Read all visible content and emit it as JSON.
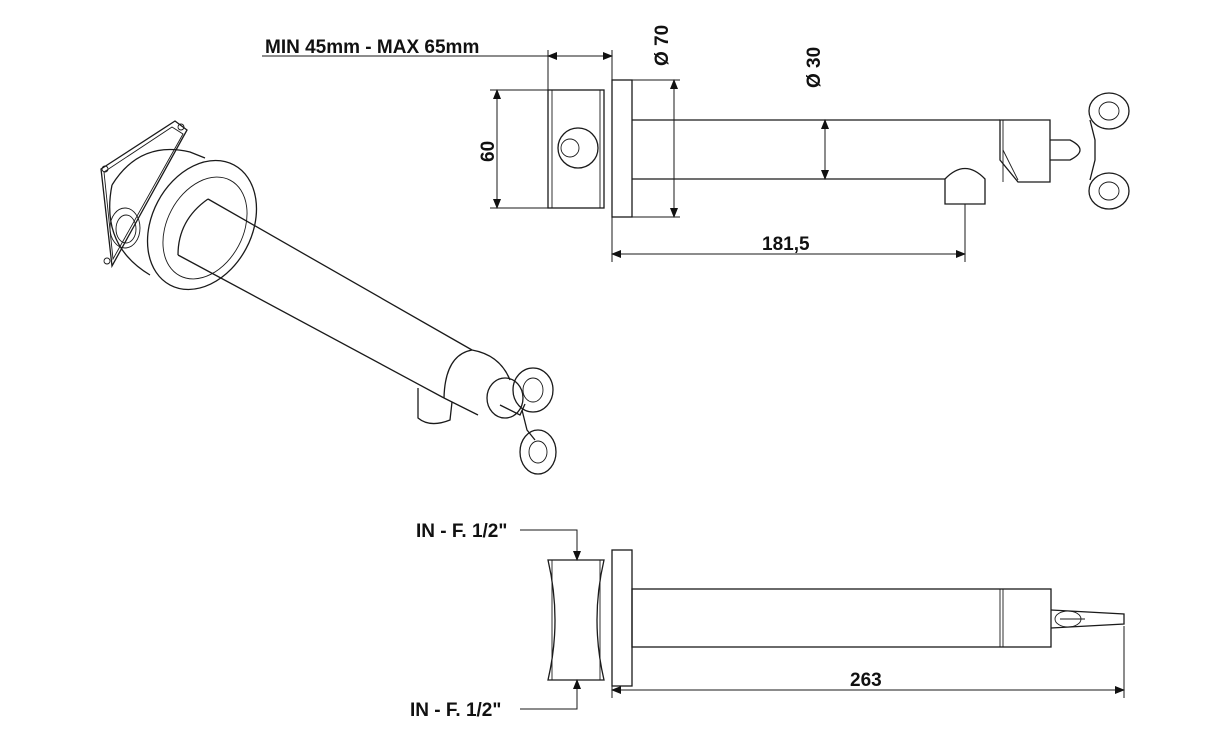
{
  "labels": {
    "min_max": "MIN 45mm - MAX 65mm",
    "dia_70": "Ø 70",
    "dia_30": "Ø 30",
    "height_60": "60",
    "length_181": "181,5",
    "length_263": "263",
    "inlet_top": "IN - F. 1/2\"",
    "inlet_bottom": "IN - F. 1/2\""
  },
  "colors": {
    "line": "#1a1a1a",
    "background": "#ffffff"
  }
}
